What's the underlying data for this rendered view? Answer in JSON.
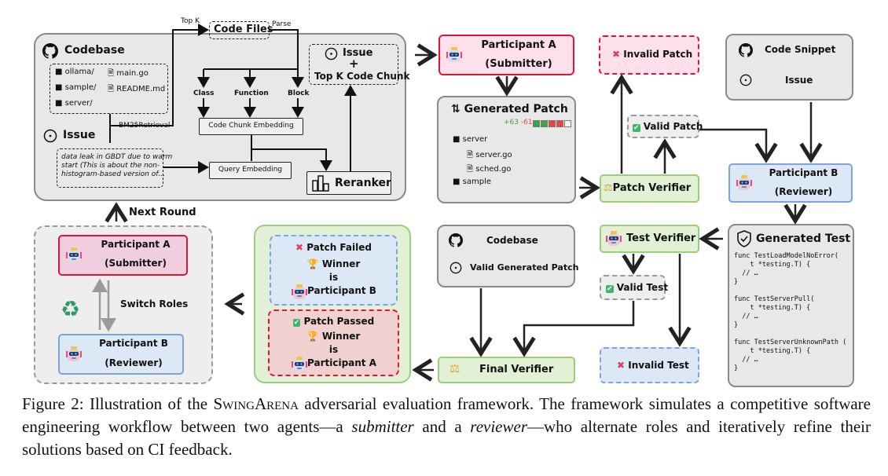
{
  "retrieval": {
    "codebase_title": "Codebase",
    "files": [
      "ollama/",
      "main.go",
      "sample/",
      "README.md",
      "server/"
    ],
    "issue_title": "Issue",
    "issue_text": "data leak in GBDT due to warm start (This is about the non-histogram-based version of...",
    "issue_lines": [
      "data leak in GBDT due to warm",
      "start (This is about the non-",
      "histogram-based version of..."
    ],
    "topk_label": "Top K",
    "parse_label": "Parse",
    "code_files": "Code Files",
    "chunk_types": [
      "Class",
      "Function",
      "Block"
    ],
    "chunk_embedding": "Code Chunk Embedding",
    "bm25": "BM25Retrieval",
    "query_embedding": "Query Embedding",
    "reranker": "Reranker",
    "output_issue": "Issue",
    "output_plus": "+",
    "output_chunk": "Top K Code Chunk"
  },
  "submitter": {
    "name": "Participant A",
    "role": "(Submitter)"
  },
  "invalid_patch": "Invalid Patch",
  "generated_patch": {
    "title": "Generated Patch",
    "additions": "+63",
    "deletions": "-61",
    "diff_blocks": [
      "add",
      "add",
      "del",
      "del",
      "neutral"
    ],
    "tree": [
      {
        "type": "folder",
        "name": "server"
      },
      {
        "type": "file",
        "name": "server.go"
      },
      {
        "type": "file",
        "name": "sched.go"
      },
      {
        "type": "folder",
        "name": "sample"
      }
    ]
  },
  "valid_patch": "Valid Patch",
  "patch_verifier": "Patch Verifier",
  "snippet": {
    "code": "Code Snippet",
    "issue": "Issue"
  },
  "reviewer": {
    "name": "Participant B",
    "role": "(Reviewer)"
  },
  "test_verifier": "Test Verifier",
  "generated_test": {
    "title": "Generated Test",
    "code": "func TestLoadModelNoError(\n    t *testing.T) {\n  // …\n}\n\nfunc TestServerPull(\n    t *testing.T) {\n  // …\n}\n\nfunc TestServerUnknownPath (\n    t *testing.T) {\n  // …\n}"
  },
  "valid_test": "Valid Test",
  "invalid_test": "Invalid Test",
  "final_inputs": {
    "codebase": "Codebase",
    "patch": "Valid Generated Patch"
  },
  "final_verifier": "Final Verifier",
  "outcomes": {
    "failed": {
      "status": "Patch Failed",
      "winner": "Winner",
      "is": "is",
      "participant": "Participant B"
    },
    "passed": {
      "status": "Patch Passed",
      "winner": "Winner",
      "is": "is",
      "participant": "Participant A"
    }
  },
  "switch": {
    "next_round": "Next Round",
    "a_name": "Participant A",
    "a_role": "(Submitter)",
    "b_name": "Participant B",
    "b_role": "(Reviewer)",
    "label": "Switch Roles"
  },
  "caption": {
    "prefix": "Figure 2: Illustration of the ",
    "name": "SwingArena",
    "part1": " adversarial evaluation framework. The framework simulates a competitive software engineering workflow between two agents—a ",
    "submitter": "submitter",
    "part2": " and a ",
    "reviewer": "reviewer",
    "part3": "—who alternate roles and iteratively refine their solutions based on CI feedback."
  },
  "colors": {
    "submitter_red": "#e0153a",
    "reviewer_blue": "#7fa3db",
    "verifier_green": "#9ccc7e",
    "add_green": "#3aa845",
    "del_red": "#ee4444"
  }
}
